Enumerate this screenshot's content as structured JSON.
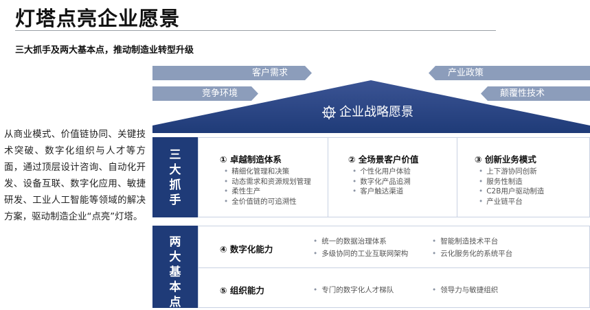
{
  "title": "灯塔点亮企业愿景",
  "subtitle": "三大抓手及两大基本点，推动制造业转型升级",
  "left_text": "从商业模式、价值链协同、关键技术突破、数字化组织与人才等方面，通过顶层设计咨询、自动化开发、设备互联、数字化应用、敏捷研发、工业人工智能等领域的解决方案，驱动制造企业“点亮”灯塔。",
  "tags": {
    "customer_demand": "客户需求",
    "competition": "竞争环境",
    "industry_policy": "产业政策",
    "disruptive_tech": "颠覆性技术"
  },
  "vision": {
    "label": "企业战略愿景",
    "icon": "globe-gear-icon"
  },
  "three_pillars": {
    "header": "三大抓手",
    "columns": [
      {
        "title": "① 卓越制造体系",
        "items": [
          "精细化管理和决策",
          "动态需求和资源规划管理",
          "柔性生产",
          "全价值链的可追溯性"
        ]
      },
      {
        "title": "② 全场景客户价值",
        "items": [
          "个性化用户体验",
          "数字化产品追溯",
          "客户触达渠道"
        ]
      },
      {
        "title": "③ 创新业务模式",
        "items": [
          "上下游协同创新",
          "服务性制造",
          "C2B用户驱动制造",
          "产业链平台"
        ]
      }
    ]
  },
  "two_foundations": {
    "header": "两大基本点",
    "rows": [
      {
        "title": "④ 数字化能力",
        "items": [
          "统一的数据治理体系",
          "智能制造技术平台",
          "多级协同的工业互联网架构",
          "云化服务化的系统平台"
        ]
      },
      {
        "title": "⑤ 组织能力",
        "items": [
          "专门的数字化人才梯队",
          "领导力与敏捷组织"
        ]
      }
    ]
  },
  "colors": {
    "dark_blue": "#1f3b78",
    "tag_blue": "#8c9dbb",
    "roof_dark": "#1f3b78"
  }
}
